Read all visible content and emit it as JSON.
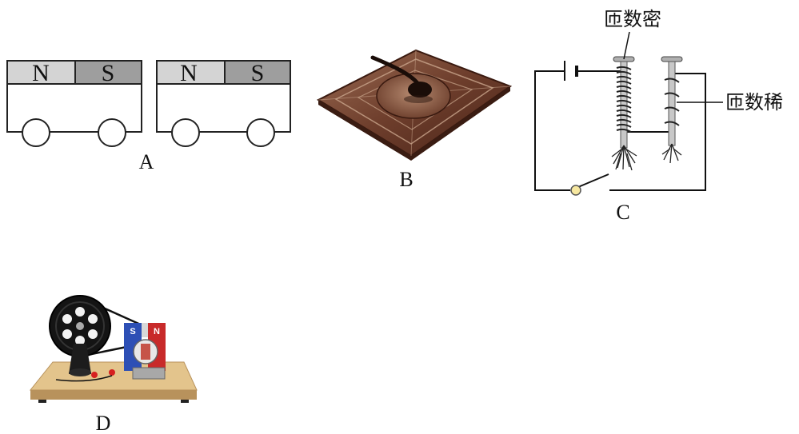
{
  "figureA": {
    "label": "A",
    "cart_left": {
      "north": "N",
      "south": "S"
    },
    "cart_right": {
      "north": "N",
      "south": "S"
    }
  },
  "figureB": {
    "label": "B"
  },
  "figureC": {
    "label": "C",
    "coil_dense_label": "匝数密",
    "coil_sparse_label": "匝数稀"
  },
  "figureD": {
    "label": "D",
    "magnet_south": "S",
    "magnet_north": "N"
  },
  "colors": {
    "magnet_light": "#d4d4d4",
    "magnet_dark": "#9e9e9e",
    "bronze": "#7a4a36",
    "wood": "#e3c48c",
    "magnet_red": "#c82a2a",
    "magnet_blue": "#2d4fb5"
  }
}
